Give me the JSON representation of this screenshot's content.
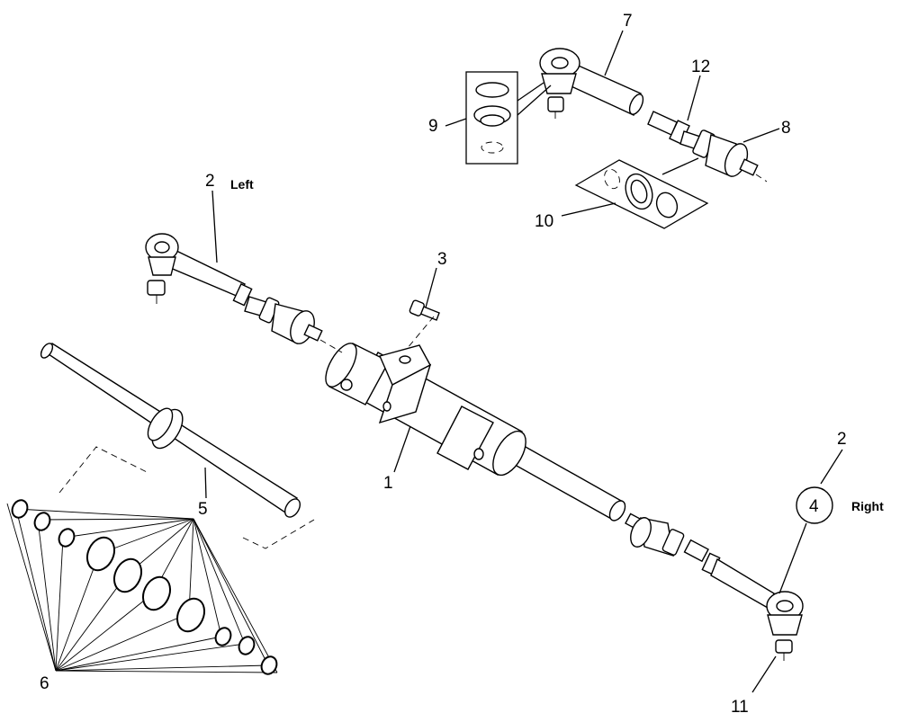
{
  "diagram": {
    "callouts": [
      {
        "id": "c1",
        "text": "1"
      },
      {
        "id": "c2l",
        "text": "2"
      },
      {
        "id": "c2r",
        "text": "2"
      },
      {
        "id": "c3",
        "text": "3"
      },
      {
        "id": "c4",
        "text": "4"
      },
      {
        "id": "c5",
        "text": "5"
      },
      {
        "id": "c6",
        "text": "6"
      },
      {
        "id": "c7",
        "text": "7"
      },
      {
        "id": "c8",
        "text": "8"
      },
      {
        "id": "c9",
        "text": "9"
      },
      {
        "id": "c10",
        "text": "10"
      },
      {
        "id": "c11",
        "text": "11"
      },
      {
        "id": "c12",
        "text": "12"
      }
    ],
    "side_labels": {
      "left": "Left",
      "right": "Right"
    }
  }
}
